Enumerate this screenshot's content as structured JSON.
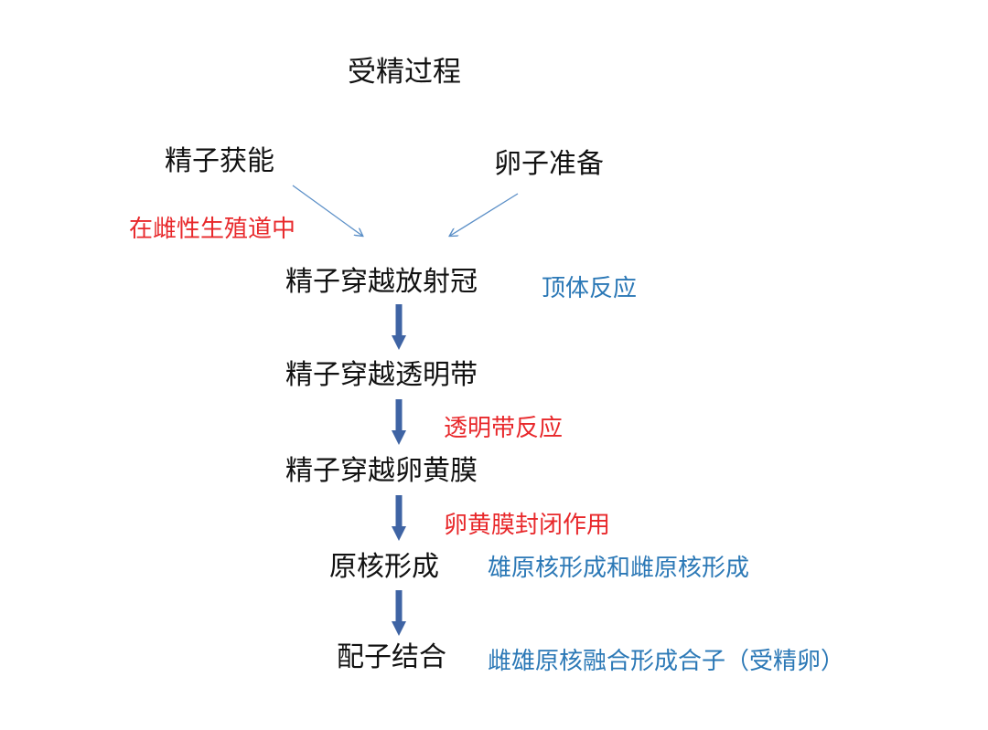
{
  "title": "受精过程",
  "inputs": {
    "left": "精子获能",
    "right": "卵子准备"
  },
  "notes": {
    "capacitation_location": "在雌性生殖道中",
    "acrosome_reaction": "顶体反应",
    "zona_reaction": "透明带反应",
    "vitelline_block": "卵黄膜封闭作用",
    "pronuclei_formation": "雄原核形成和雌原核形成",
    "syngamy_result": "雌雄原核融合形成合子（受精卵）"
  },
  "steps": [
    "精子穿越放射冠",
    "精子穿越透明带",
    "精子穿越卵黄膜",
    "原核形成",
    "配子结合"
  ],
  "colors": {
    "text": "#111111",
    "red_note": "#e8282b",
    "blue_note": "#2b78b6",
    "thin_arrow": "#5b8fc7",
    "block_arrow": "#3f64a4"
  }
}
